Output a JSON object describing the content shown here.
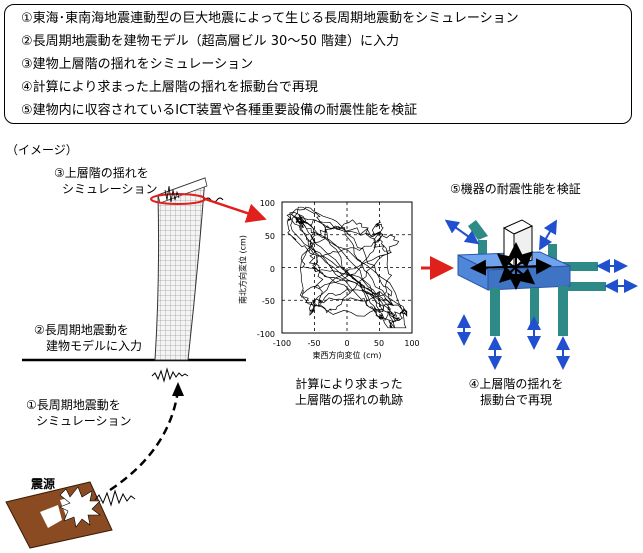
{
  "steps": [
    "①東海･東南海地震連動型の巨大地震によって生じる長周期地震動をシミュレーション",
    "②長周期地震動を建物モデル（超高層ビル 30～50 階建）に入力",
    "③建物上層階の揺れをシミュレーション",
    "④計算により求まった上層階の揺れを振動台で再現",
    "⑤建物内に収容されているICT装置や各種重要設備の耐震性能を検証"
  ],
  "image_note": "（イメージ）",
  "labels": {
    "upper_floor_sim": [
      "③上層階の揺れを",
      "シミュレーション"
    ],
    "input_to_model": [
      "②長周期地震動を",
      "建物モデルに入力"
    ],
    "ground_motion_sim": [
      "①長周期地震動を",
      "シミュレーション"
    ],
    "epicenter": "震源",
    "trajectory_caption": [
      "計算により求まった",
      "上層階の揺れの軌跡"
    ],
    "equipment_test": "⑤機器の耐震性能を検証",
    "shake_table": [
      "④上層階の揺れを",
      "振動台で再現"
    ]
  },
  "chart_data": {
    "type": "line",
    "title": "",
    "xlabel": "東西方向変位 (cm)",
    "ylabel": "南北方向変位 (cm)",
    "xlim": [
      -100,
      100
    ],
    "ylim": [
      -100,
      100
    ],
    "x_ticks": [
      "-100",
      "-50",
      "0",
      "50",
      "100"
    ],
    "y_ticks": [
      "100",
      "50",
      "0",
      "-50",
      "-100"
    ],
    "grid": "dashed lines at ±50 and 0"
  },
  "colors": {
    "arrow_red": "#e0201c",
    "table_blue": "#4f86d8",
    "leg_teal": "#2e8a86",
    "motion_blue": "#2050d0",
    "epicenter_brown": "#8a4a22"
  }
}
